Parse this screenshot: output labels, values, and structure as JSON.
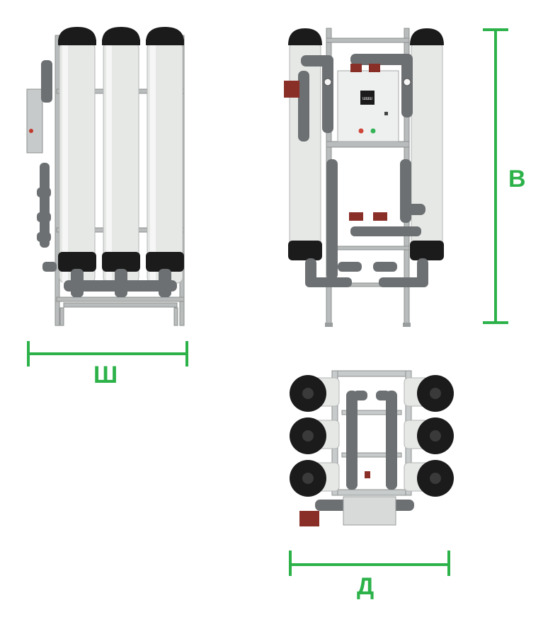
{
  "dimensions": {
    "width_label": "Ш",
    "height_label": "В",
    "depth_label": "Д"
  },
  "panel": {
    "display_text": "ШШШ"
  },
  "colors": {
    "accent": "#2db24a",
    "membrane": "#e6e8e6",
    "cap": "#1b1b1b",
    "pipe": "#6d7072",
    "frame": "#b9bcbc",
    "valve": "#8a2f27"
  }
}
